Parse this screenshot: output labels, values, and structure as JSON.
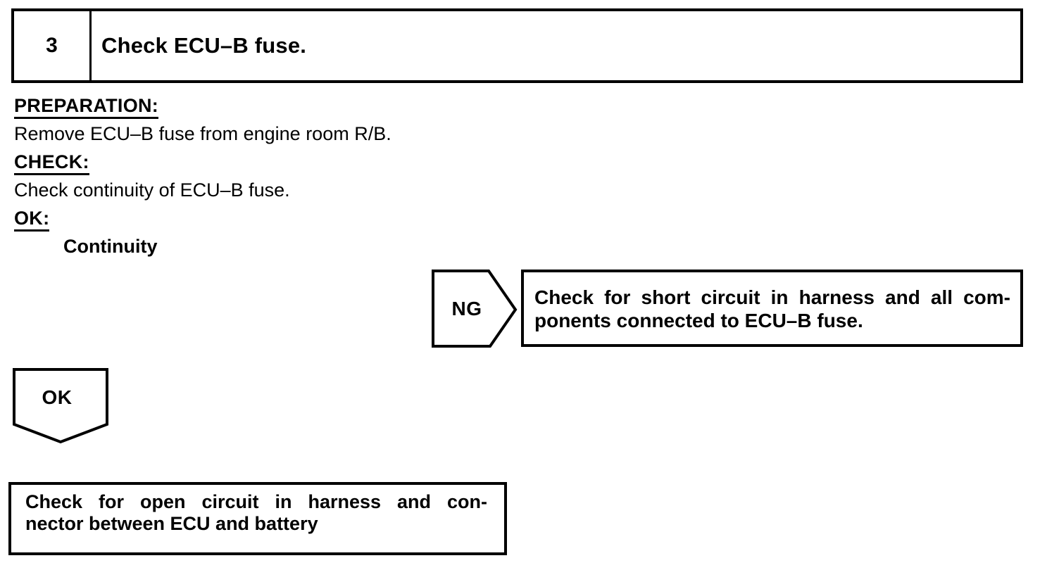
{
  "document": {
    "step": {
      "number": "3",
      "title": "Check ECU–B fuse."
    },
    "sections": [
      {
        "heading": "PREPARATION:",
        "body": "Remove ECU–B fuse from engine room R/B."
      },
      {
        "heading": "CHECK:",
        "body": "Check continuity of ECU–B fuse."
      },
      {
        "heading": "OK:",
        "result": "Continuity"
      }
    ],
    "ng_branch": {
      "label": "NG",
      "action_lines": [
        "Check for short circuit in harness and all com-",
        "ponents connected to ECU–B fuse."
      ]
    },
    "ok_branch": {
      "label": "OK",
      "action_lines": [
        "Check for open circuit in harness and con-",
        "nector between ECU and battery"
      ]
    },
    "colors": {
      "ink": "#000000",
      "paper": "#ffffff"
    }
  }
}
